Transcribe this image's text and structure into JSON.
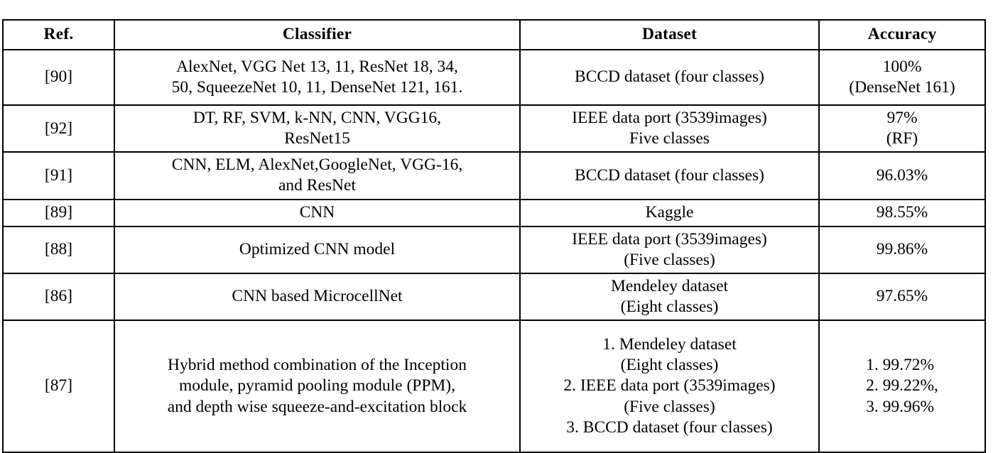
{
  "table": {
    "columns": [
      {
        "key": "ref",
        "label": "Ref."
      },
      {
        "key": "classifier",
        "label": "Classifier"
      },
      {
        "key": "dataset",
        "label": "Dataset"
      },
      {
        "key": "accuracy",
        "label": "Accuracy"
      }
    ],
    "rows": [
      {
        "ref": "[90]",
        "classifier": "AlexNet, VGG Net 13, 11, ResNet 18, 34,\n50, SqueezeNet 10, 11, DenseNet 121, 161.",
        "dataset": "BCCD dataset (four classes)",
        "accuracy": "100%\n(DenseNet 161)"
      },
      {
        "ref": "[92]",
        "classifier": "DT, RF, SVM, k-NN, CNN, VGG16,\nResNet15",
        "dataset": "IEEE data port (3539images)\nFive classes",
        "accuracy": "97%\n(RF)"
      },
      {
        "ref": "[91]",
        "classifier": "CNN, ELM, AlexNet,GoogleNet, VGG-16,\nand ResNet",
        "dataset": "BCCD dataset (four classes)",
        "accuracy": "96.03%"
      },
      {
        "ref": "[89]",
        "classifier": "CNN",
        "dataset": "Kaggle",
        "accuracy": "98.55%"
      },
      {
        "ref": "[88]",
        "classifier": "Optimized CNN model",
        "dataset": "IEEE data port (3539images)\n(Five classes)",
        "accuracy": "99.86%"
      },
      {
        "ref": "[86]",
        "classifier": "CNN based MicrocellNet",
        "dataset": "Mendeley dataset\n(Eight classes)",
        "accuracy": "97.65%"
      },
      {
        "ref": "[87]",
        "classifier": "Hybrid method combination of the Inception\nmodule, pyramid pooling module (PPM),\nand depth wise squeeze-and-excitation block",
        "dataset": "1. Mendeley dataset\n(Eight classes)\n2. IEEE data port (3539images)\n(Five classes)\n3. BCCD dataset (four classes)",
        "accuracy": "1.  99.72%\n2.  99.22%,\n3.  99.96%"
      }
    ]
  },
  "colors": {
    "border": "#000000",
    "text": "#000000",
    "background": "#ffffff"
  }
}
